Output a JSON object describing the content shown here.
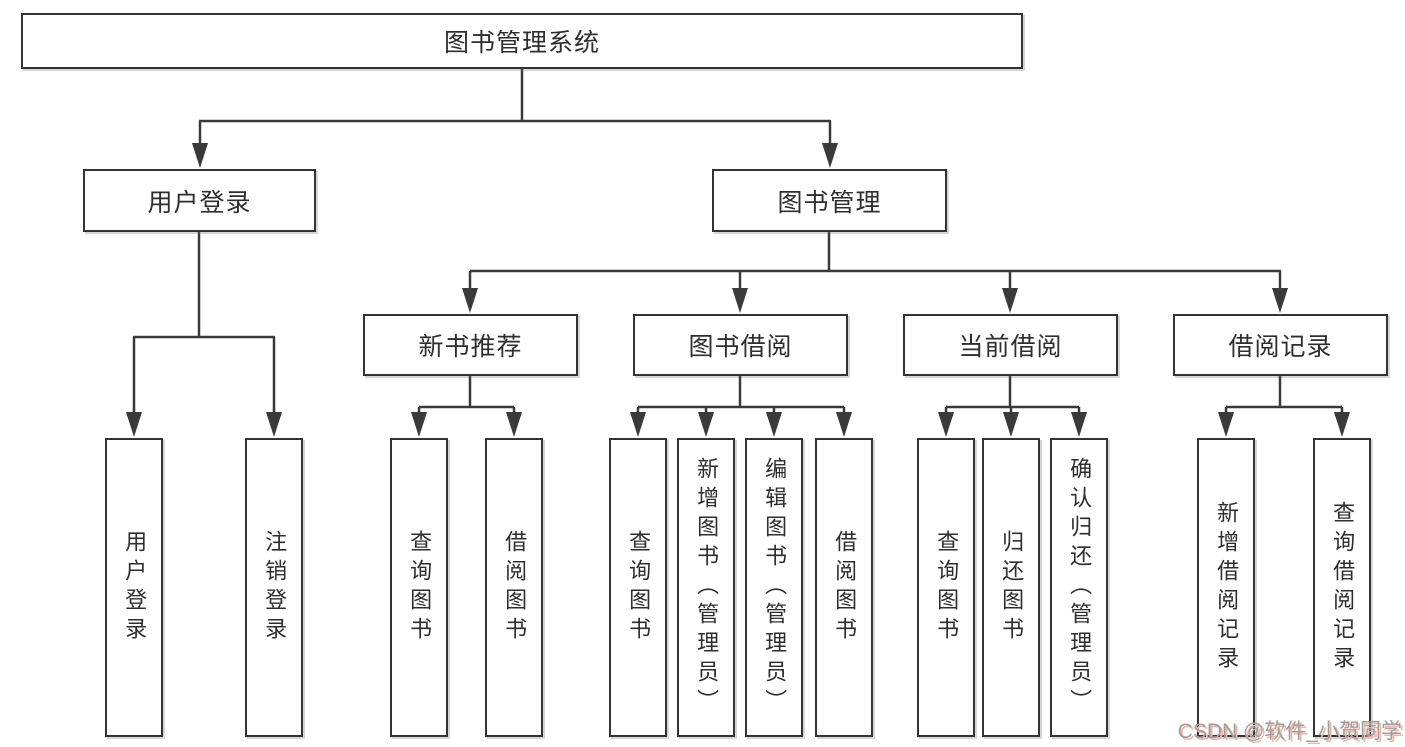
{
  "title": "图书管理系统",
  "branches": {
    "user_login": {
      "label": "用户登录",
      "leaves": {
        "login": "用户登录",
        "logout": "注销登录"
      }
    },
    "book_mgmt": {
      "label": "图书管理",
      "sections": {
        "new_book": {
          "label": "新书推荐",
          "leaves": {
            "query": "查询图书",
            "borrow": "借阅图书"
          }
        },
        "borrow": {
          "label": "图书借阅",
          "leaves": {
            "query": "查询图书",
            "add": "新增图书（管理员）",
            "edit": "编辑图书（管理员）",
            "borrow": "借阅图书"
          }
        },
        "current": {
          "label": "当前借阅",
          "leaves": {
            "query": "查询图书",
            "return_book": "归还图书",
            "confirm": "确认归还（管理员）"
          }
        },
        "records": {
          "label": "借阅记录",
          "leaves": {
            "add": "新增借阅记录",
            "query": "查询借阅记录"
          }
        }
      }
    }
  },
  "watermark": {
    "text": "CSDN @软件_小贺同学"
  },
  "colors": {
    "background": "#ffffff",
    "line": "#3a3a3a",
    "box_border": "#333333",
    "text": "#2e2e2e",
    "watermark_text": "#9e9e9e",
    "watermark_shadow": "#f0b5a8"
  }
}
